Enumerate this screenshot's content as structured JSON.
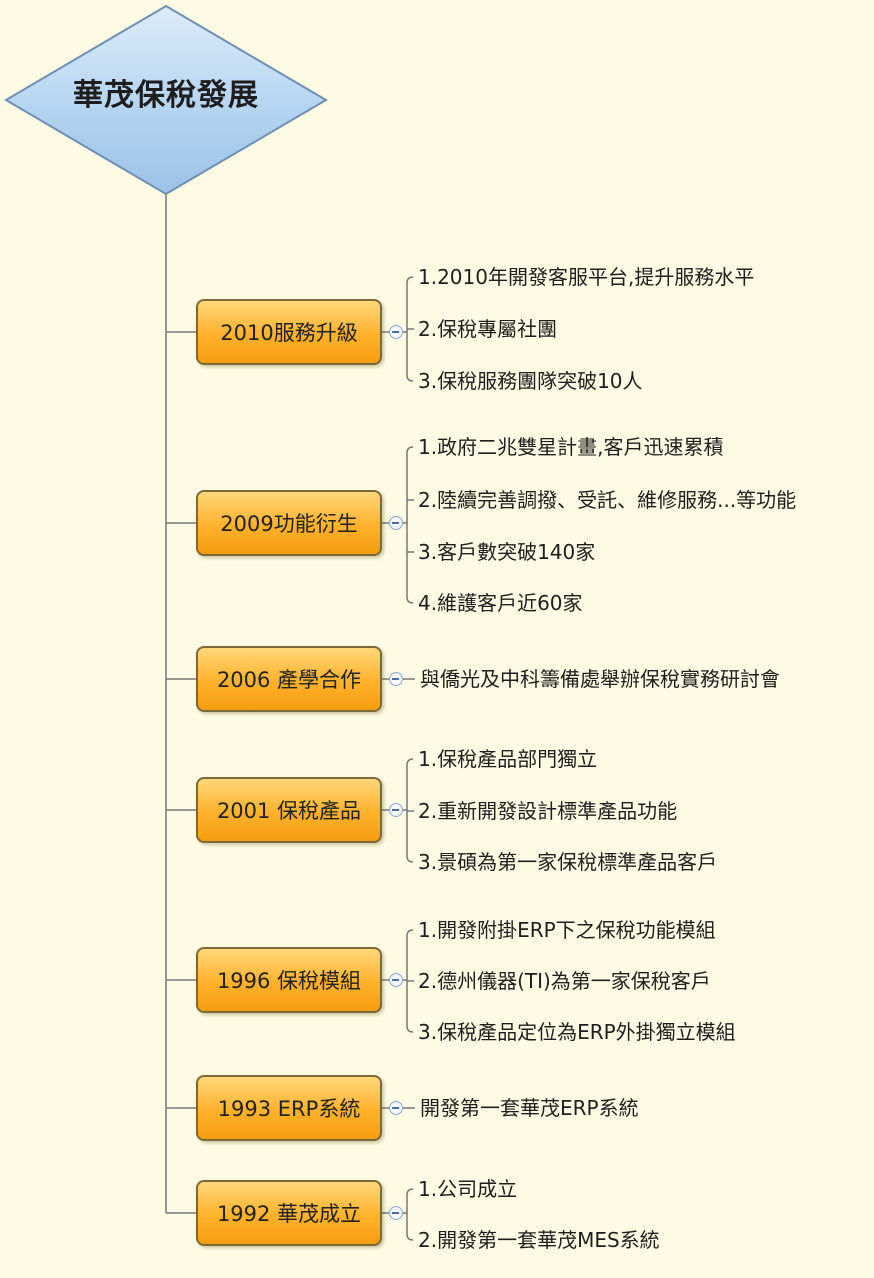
{
  "diagram": {
    "root": "華茂保稅發展",
    "branches": [
      {
        "label": "2010服務升級",
        "items": [
          "1.2010年開發客服平台,提升服務水平",
          "2.保稅專屬社團",
          "3.保稅服務團隊突破10人"
        ]
      },
      {
        "label": "2009功能衍生",
        "items": [
          "1.政府二兆雙星計畫,客戶迅速累積",
          "2.陸續完善調撥、受託、維修服務...等功能",
          "3.客戶數突破140家",
          "4.維護客戶近60家"
        ]
      },
      {
        "label": "2006 產學合作",
        "items": [
          "與僑光及中科籌備處舉辦保稅實務研討會"
        ]
      },
      {
        "label": "2001 保稅產品",
        "items": [
          "1.保稅產品部門獨立",
          "2.重新開發設計標準產品功能",
          "3.景碩為第一家保稅標準產品客戶"
        ]
      },
      {
        "label": "1996 保稅模組",
        "items": [
          "1.開發附掛ERP下之保稅功能模組",
          "2.德州儀器(TI)為第一家保稅客戶",
          "3.保稅產品定位為ERP外掛獨立模組"
        ]
      },
      {
        "label": "1993 ERP系統",
        "items": [
          "開發第一套華茂ERP系統"
        ]
      },
      {
        "label": "1992 華茂成立",
        "items": [
          "1.公司成立",
          "2.開發第一套華茂MES系統"
        ]
      }
    ]
  }
}
